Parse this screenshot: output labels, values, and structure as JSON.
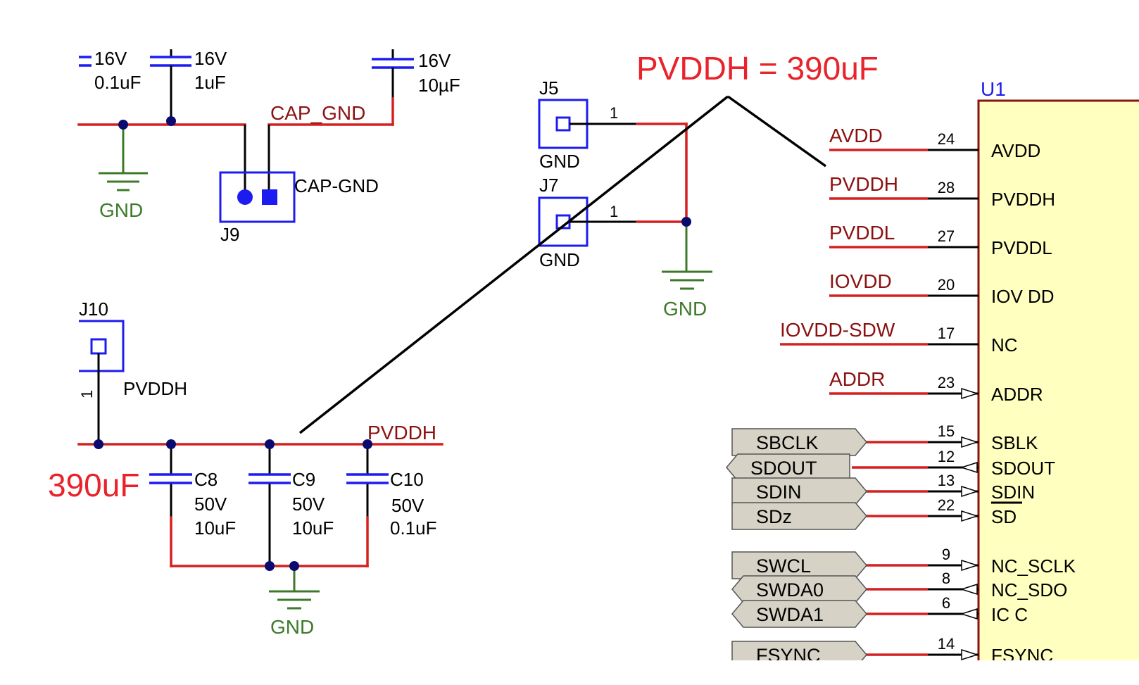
{
  "annotations": {
    "pvddh_total": "PVDDH = 390uF",
    "bank_total": "390uF"
  },
  "top_caps": [
    {
      "voltage": "16V",
      "value": "0.1uF"
    },
    {
      "voltage": "16V",
      "value": "1uF"
    },
    {
      "voltage": "16V",
      "value": "10µF"
    }
  ],
  "nets": {
    "cap_gnd": "CAP_GND",
    "gnd": "GND",
    "pvddh": "PVDDH"
  },
  "connectors": {
    "j9": {
      "ref": "J9",
      "name": "CAP-GND"
    },
    "j5": {
      "ref": "J5",
      "pin": "1",
      "net": "GND"
    },
    "j7": {
      "ref": "J7",
      "pin": "1",
      "net": "GND"
    },
    "j10": {
      "ref": "J10",
      "pin": "1",
      "net": "PVDDH"
    }
  },
  "bank_caps": [
    {
      "ref": "C8",
      "voltage": "50V",
      "value": "10uF"
    },
    {
      "ref": "C9",
      "voltage": "50V",
      "value": "10uF"
    },
    {
      "ref": "C10",
      "voltage": "50V",
      "value": "0.1uF"
    }
  ],
  "ic": {
    "ref": "U1",
    "pins": [
      {
        "net": "AVDD",
        "num": "24",
        "name": "AVDD"
      },
      {
        "net": "PVDDH",
        "num": "28",
        "name": "PVDDH"
      },
      {
        "net": "PVDDL",
        "num": "27",
        "name": "PVDDL"
      },
      {
        "net": "IOVDD",
        "num": "20",
        "name": "IOV DD"
      },
      {
        "net": "IOVDD-SDW",
        "num": "17",
        "name": "NC"
      },
      {
        "net": "ADDR",
        "num": "23",
        "name": "ADDR"
      },
      {
        "port": "SBCLK",
        "num": "15",
        "name": "SBLK"
      },
      {
        "port": "SDOUT",
        "num": "12",
        "name": "SDOUT"
      },
      {
        "port": "SDIN",
        "num": "13",
        "name": "SDIN"
      },
      {
        "port": "SDz",
        "num": "22",
        "name": "SD"
      },
      {
        "port": "SWCL",
        "num": "9",
        "name": "NC_SCLK"
      },
      {
        "port": "SWDA0",
        "num": "8",
        "name": "NC_SDO"
      },
      {
        "port": "SWDA1",
        "num": "6",
        "name": "IC C"
      },
      {
        "port": "FSYNC",
        "num": "14",
        "name": "FSYNC"
      }
    ]
  }
}
